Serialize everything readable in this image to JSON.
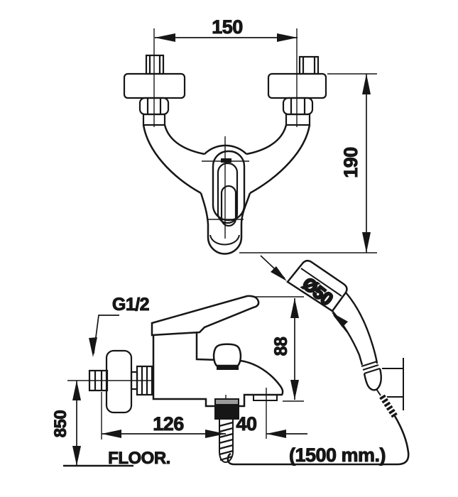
{
  "drawing": {
    "background": "#ffffff",
    "ink": "#161616",
    "anchor_gray": "#9a9a9a",
    "labels": {
      "dim_150": "150",
      "dim_190": "190",
      "dim_dia50": "Ø50",
      "dim_88": "88",
      "thread": "G1/2",
      "dim_126": "126",
      "dim_40": "40",
      "dim_850": "850",
      "floor": "FLOOR.",
      "hose_length": "(1500 mm.)"
    }
  }
}
